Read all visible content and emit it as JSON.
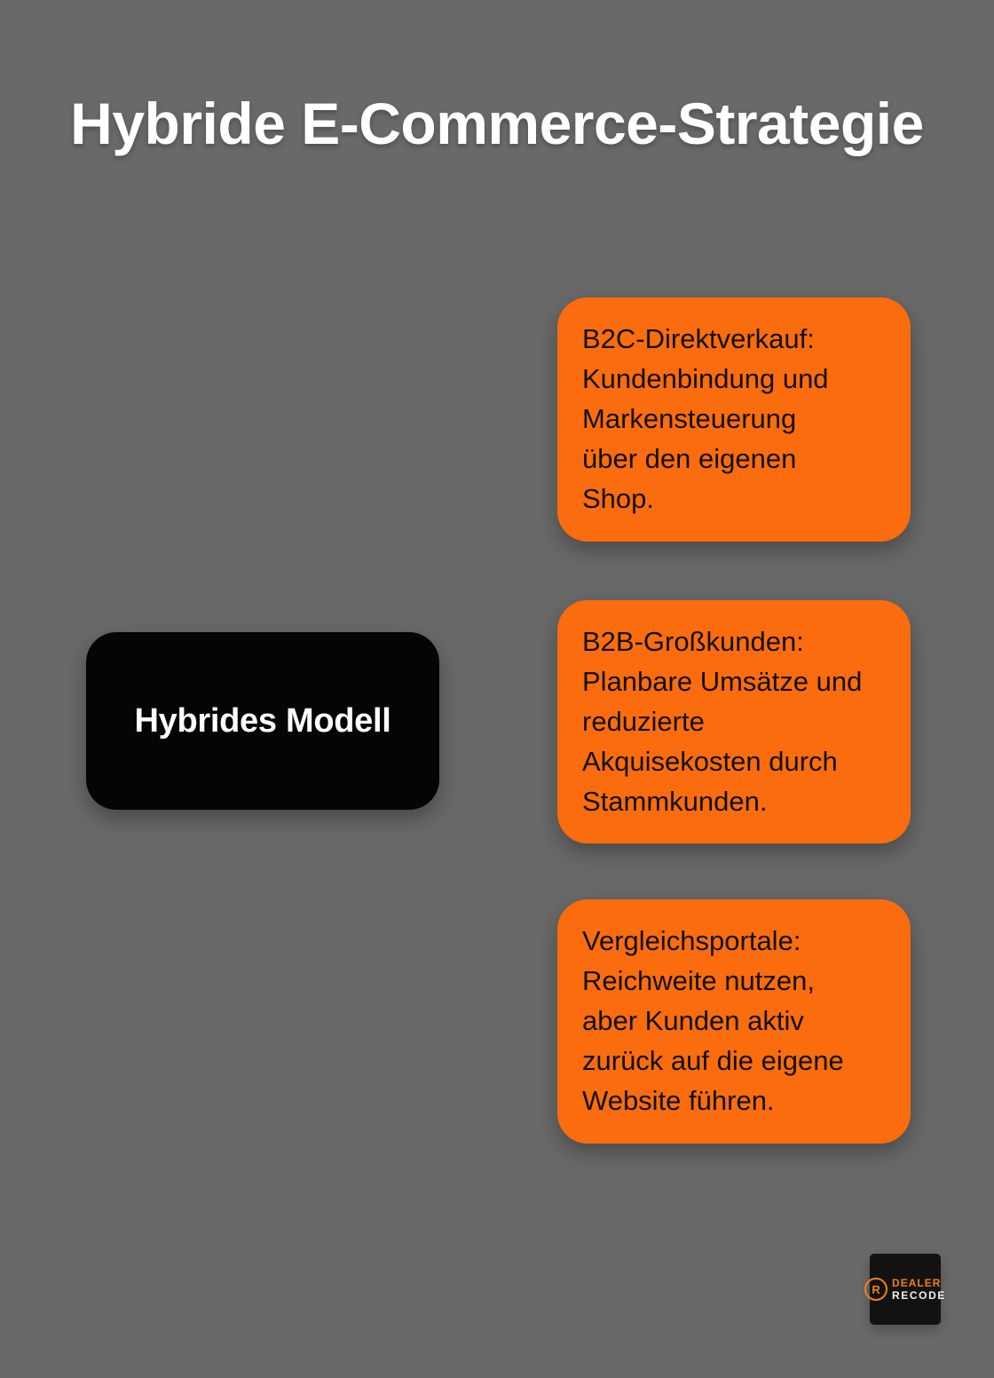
{
  "page": {
    "title": "Hybride E-Commerce-Strategie"
  },
  "colors": {
    "background": "#696969",
    "accent_orange": "#fa6c0d",
    "node_black": "#050505",
    "text_on_orange": "#111111",
    "title_white": "#ffffff",
    "logo_background": "#131210",
    "logo_orange": "#f08018",
    "logo_white": "#f2f2f2"
  },
  "model_node": {
    "label": "Hybrides Modell"
  },
  "cards": [
    {
      "name": "b2c-direktverkauf",
      "lines": [
        "B2C-Direktverkauf:",
        "Kundenbindung und",
        "Markensteuerung",
        "über den eigenen",
        "Shop."
      ]
    },
    {
      "name": "b2b-grosskunden",
      "lines": [
        "B2B-Großkunden:",
        "Planbare Umsätze und",
        "reduzierte",
        "Akquisekosten durch",
        "Stammkunden."
      ]
    },
    {
      "name": "vergleichsportale",
      "lines": [
        "Vergleichsportale:",
        "Reichweite nutzen,",
        "aber Kunden aktiv",
        "zurück auf die eigene",
        "Website führen."
      ]
    }
  ],
  "logo": {
    "icon_letter": "R",
    "line1": "DEALER",
    "line2": "RECODE"
  }
}
